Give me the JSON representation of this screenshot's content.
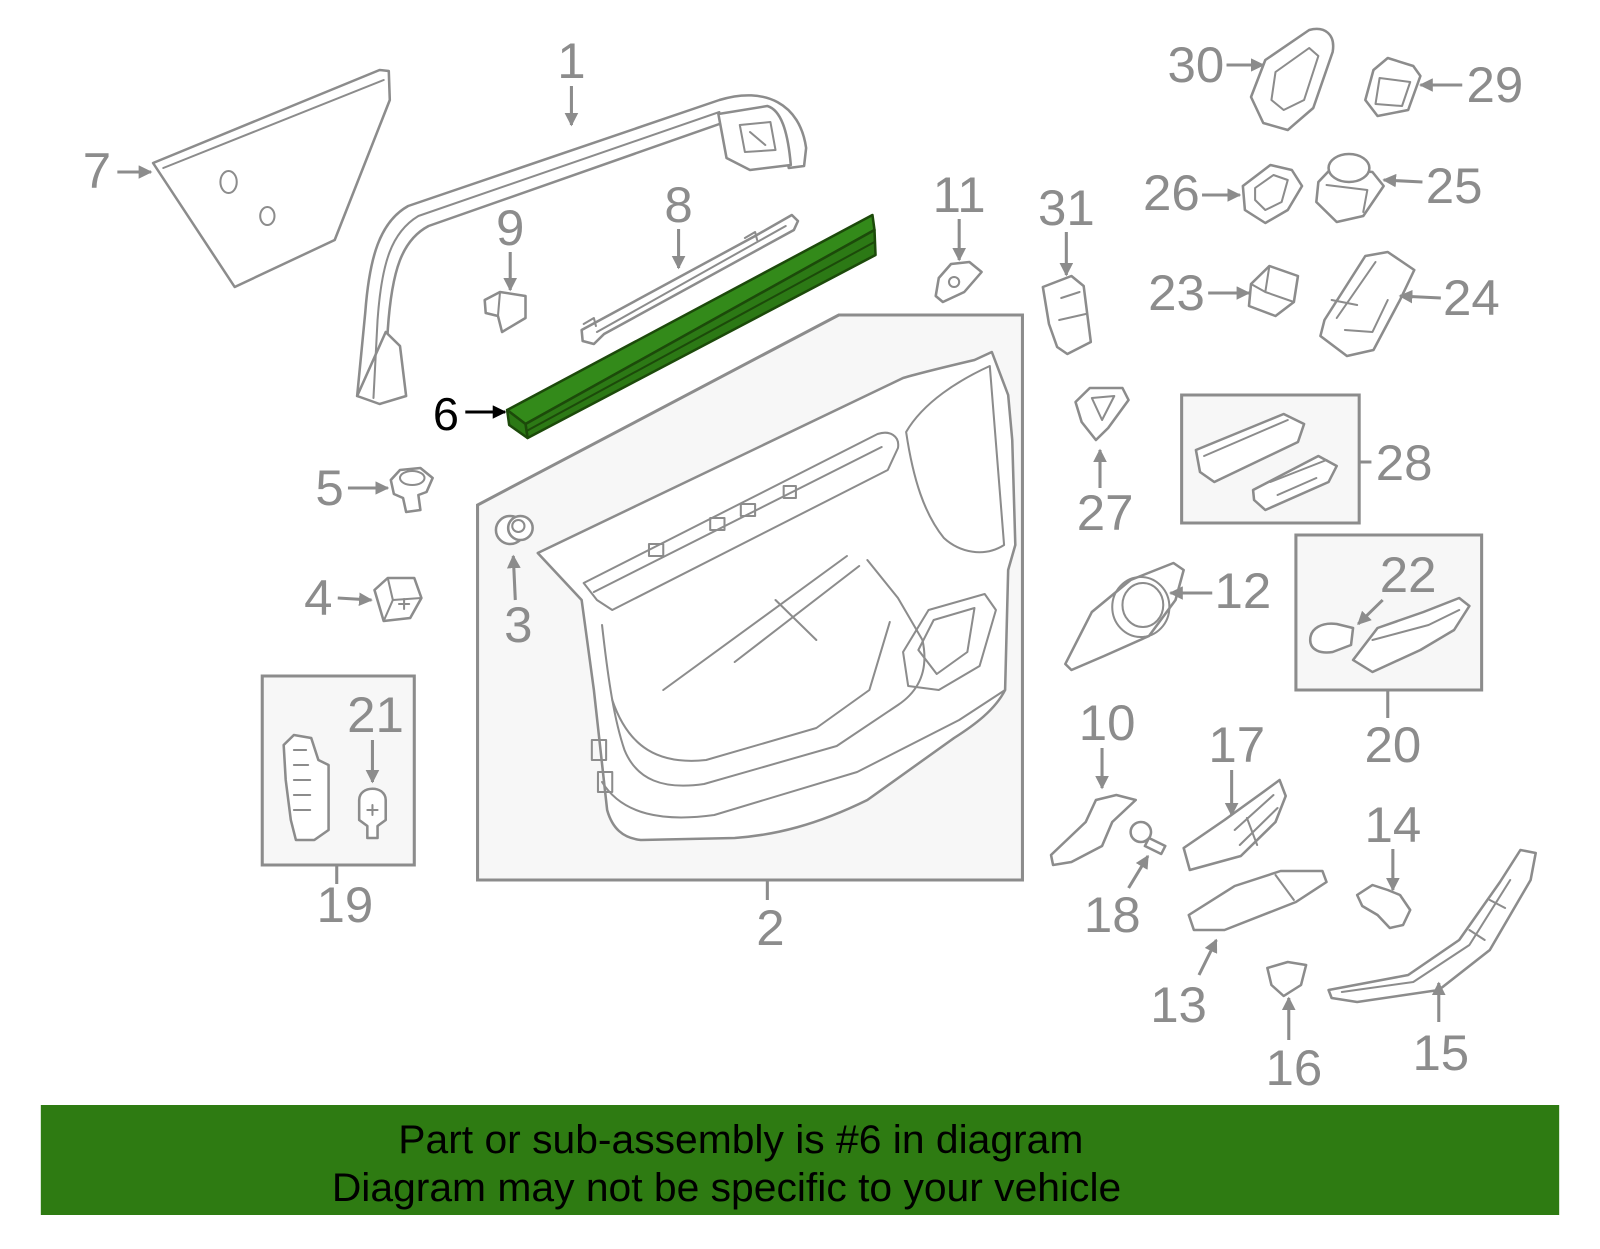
{
  "callouts": [
    "1",
    "2",
    "3",
    "4",
    "5",
    "6",
    "7",
    "8",
    "9",
    "10",
    "11",
    "12",
    "13",
    "14",
    "15",
    "16",
    "17",
    "18",
    "19",
    "20",
    "21",
    "22",
    "23",
    "24",
    "25",
    "26",
    "27",
    "28",
    "29",
    "30",
    "31"
  ],
  "banner": {
    "line1": "Part or sub-assembly is #6 in diagram",
    "line2": "Diagram may not be specific to your vehicle"
  },
  "colors": {
    "highlight": "#338a1a",
    "banner": "#2e7b12",
    "line": "#8c8c8c",
    "callout_highlight": "#000000"
  }
}
